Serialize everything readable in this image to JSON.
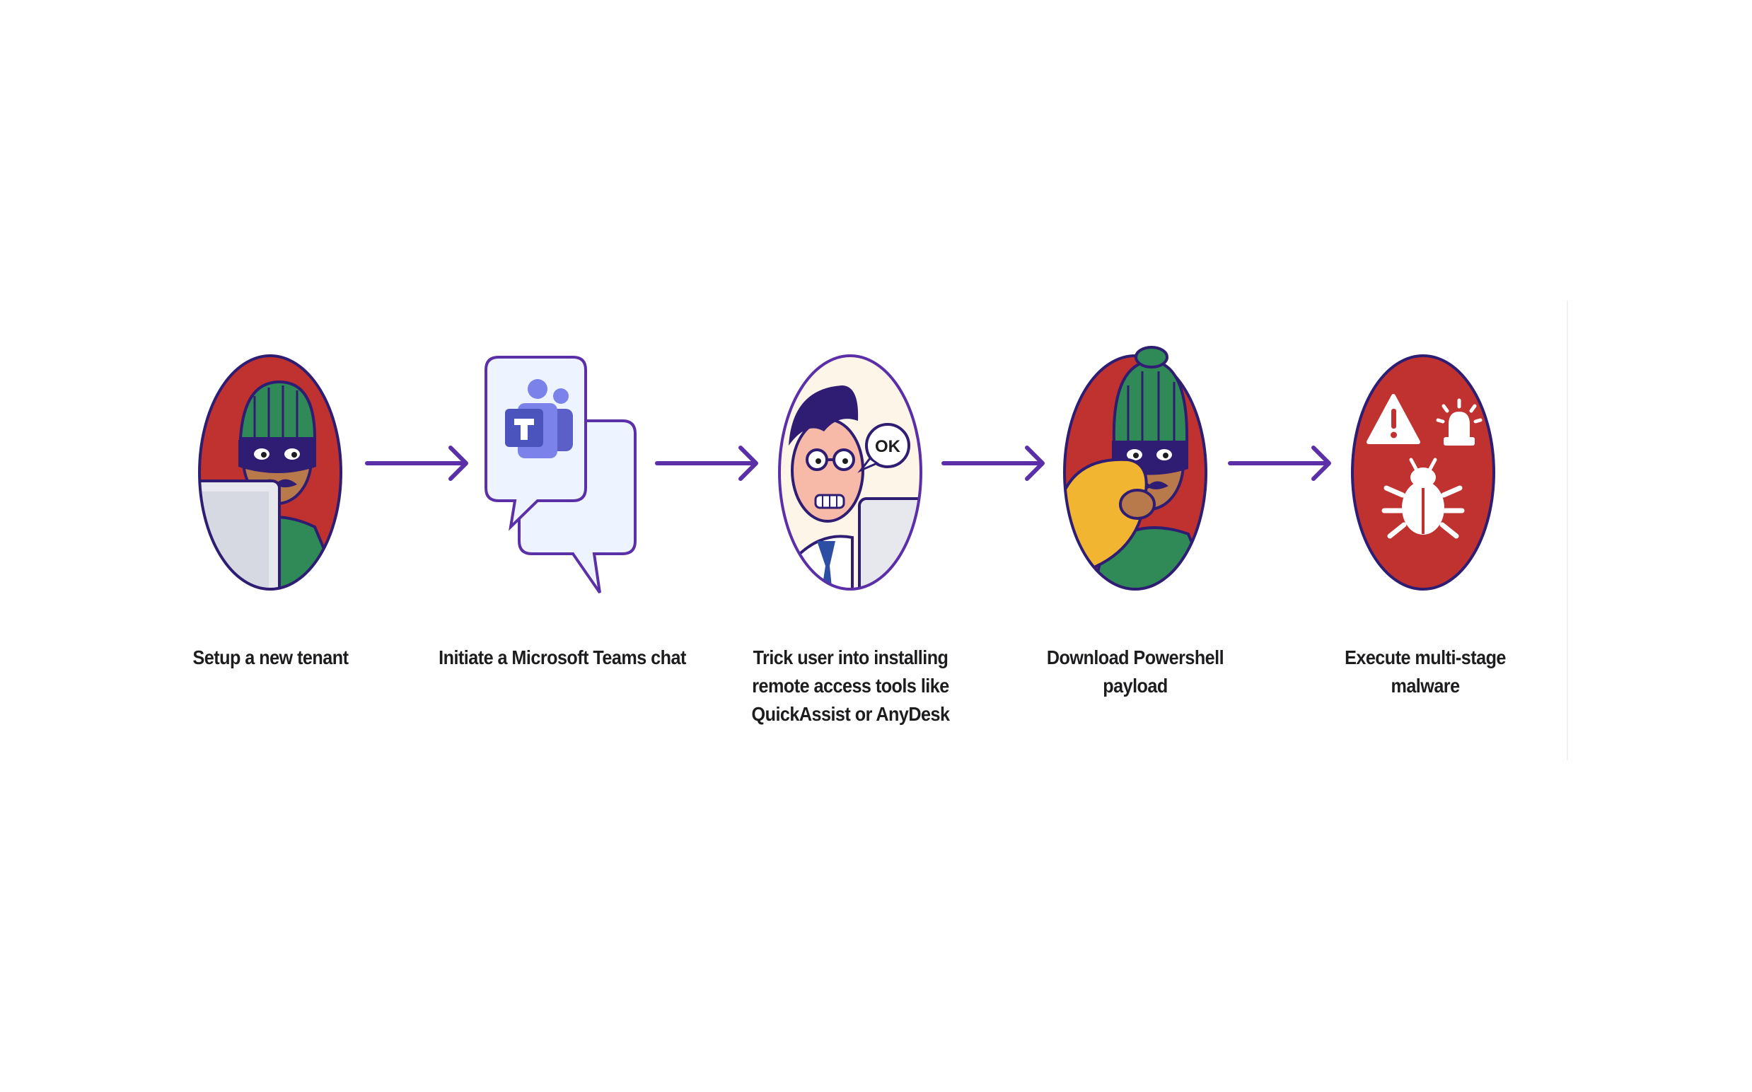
{
  "colors": {
    "accent": "#5b2fa8",
    "danger_red": "#c0322f",
    "hat_green": "#2f8a57",
    "mask_purple": "#2e1d72",
    "bag_yellow": "#f2b531",
    "teams_purple": "#5b5fc7",
    "bubble_fill": "#eef4ff",
    "text": "#1d1d1f"
  },
  "steps": [
    {
      "label": "Setup a new tenant",
      "icon": "hacker-at-computer-icon"
    },
    {
      "label": "Initiate a Microsoft Teams chat",
      "icon": "teams-chat-bubbles-icon"
    },
    {
      "label": "Trick user into installing\nremote access tools like\nQuickAssist or AnyDesk",
      "icon": "user-saying-ok-icon",
      "speech_text": "OK"
    },
    {
      "label": "Download Powershell\npayload",
      "icon": "hacker-with-loot-bag-icon"
    },
    {
      "label": "Execute multi-stage\nmalware",
      "icon": "malware-alert-icon"
    }
  ],
  "arrows": [
    {
      "from": 1,
      "to": 2
    },
    {
      "from": 2,
      "to": 3
    },
    {
      "from": 3,
      "to": 4
    },
    {
      "from": 4,
      "to": 5
    }
  ]
}
